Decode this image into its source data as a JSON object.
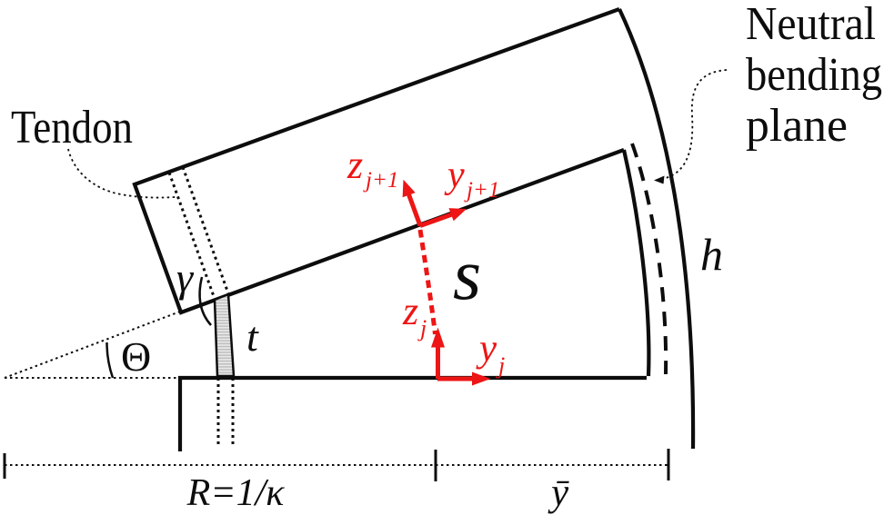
{
  "figure": {
    "callouts": {
      "tendon": "Tendon",
      "neutral_line1": "Neutral",
      "neutral_line2": "bending",
      "neutral_line3": "plane"
    },
    "symbols": {
      "joint_angle": "γ",
      "bend_angle": "Θ",
      "tendon_width": "t",
      "arc_length": "s",
      "wall_thickness": "h",
      "radius_equation": "R=1/κ",
      "neutral_offset": "ȳ"
    },
    "frames": {
      "upper": {
        "z": "z",
        "z_sub": "j+1",
        "y": "y",
        "y_sub": "j+1"
      },
      "lower": {
        "z": "z",
        "z_sub": "j",
        "y": "y",
        "y_sub": "j"
      }
    },
    "colors": {
      "ink": "#0d0d0d",
      "accent_red": "#ed1515",
      "tendon_fill": "#e3e3e3"
    }
  }
}
